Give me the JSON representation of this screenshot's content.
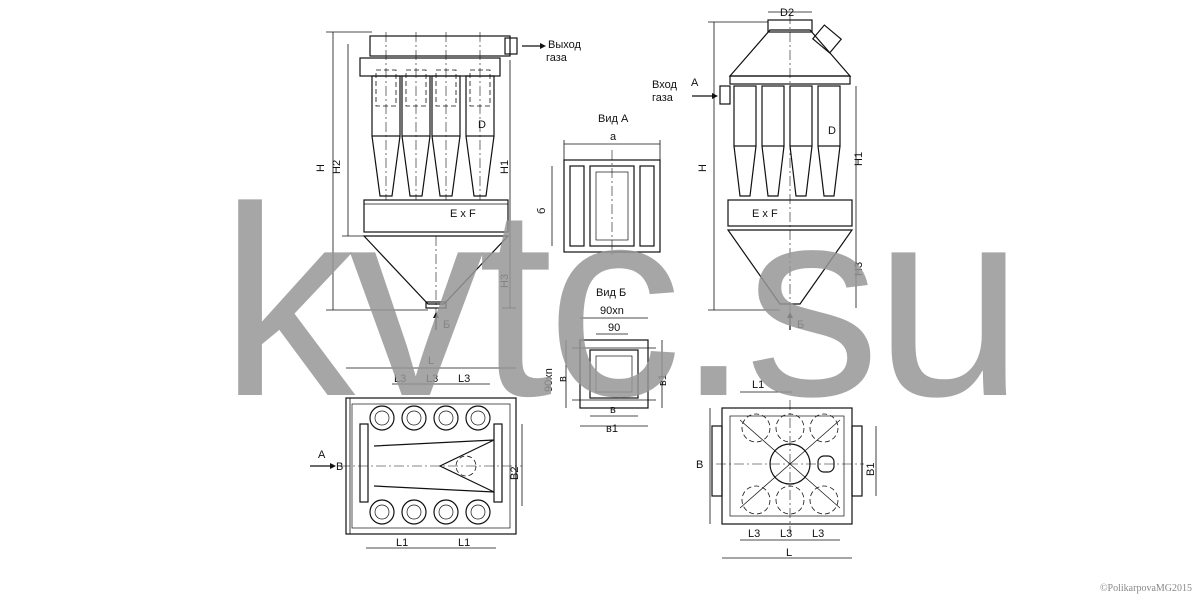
{
  "labels": {
    "gas_out_1": "Выход",
    "gas_out_2": "газа",
    "gas_in_1": "Вход",
    "gas_in_2": "газа",
    "view_a": "Вид А",
    "view_b": "Вид Б",
    "a_letter": "A",
    "b_letter": "Б",
    "H": "H",
    "H1": "H1",
    "H2": "H2",
    "H3": "H3",
    "D": "D",
    "D2": "D2",
    "ExF": "E x F",
    "a_dim": "a",
    "b_dim": "б",
    "n90": "90xn",
    "d90": "90",
    "v": "в",
    "v1": "в1",
    "L": "L",
    "L1": "L1",
    "L3": "L3",
    "B": "B",
    "B1": "B1",
    "B2": "B2"
  },
  "watermark": "kvtc.su",
  "copyright": "©PolikarpovaMG2015"
}
